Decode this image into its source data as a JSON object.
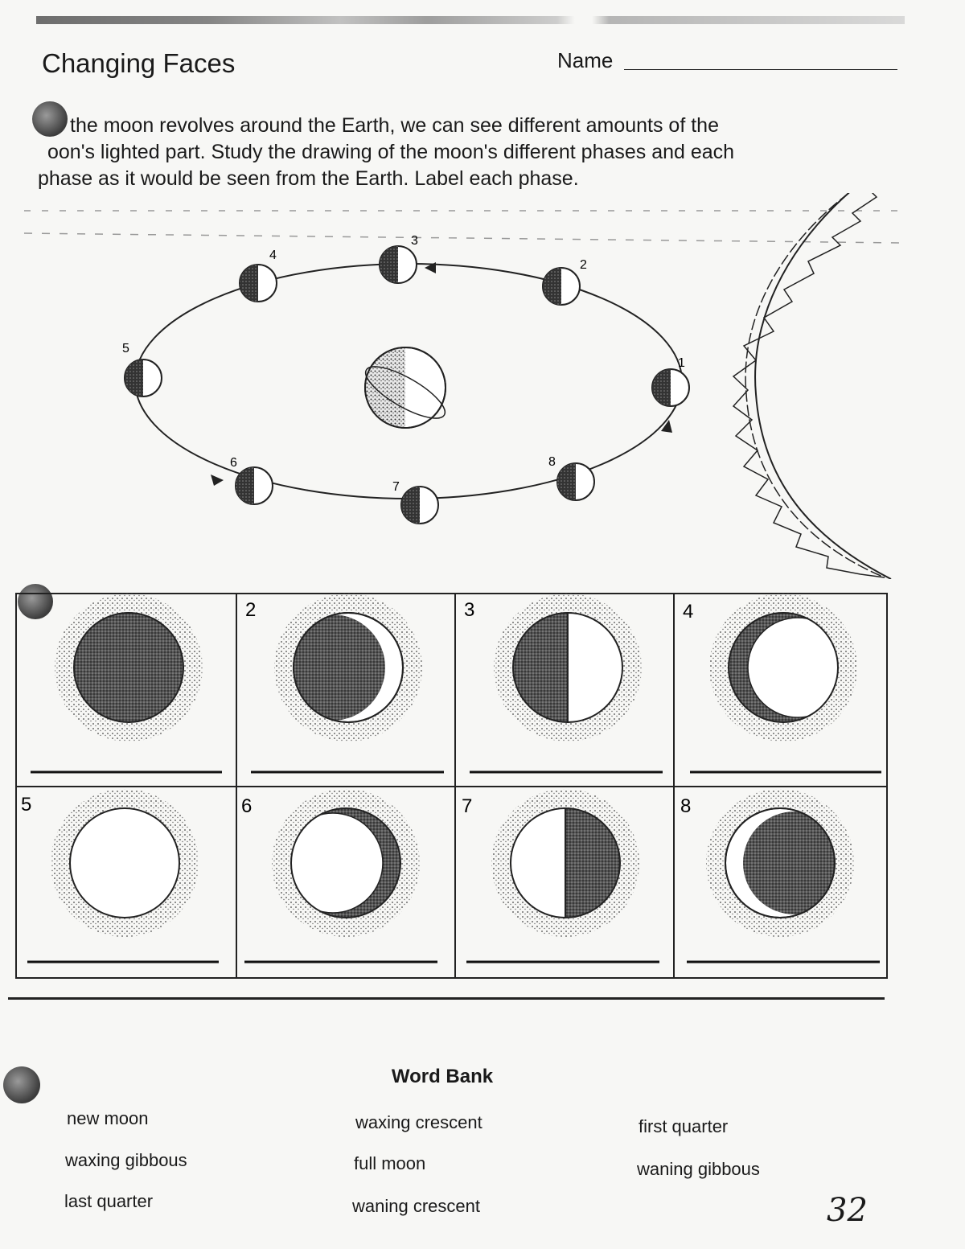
{
  "worksheet": {
    "title": "Changing Faces",
    "name_label": "Name",
    "instructions": {
      "line1": "the moon revolves around the Earth, we can see different amounts of the",
      "line2": "oon's lighted part. Study the drawing of the moon's different phases and each",
      "line3": "phase as it would be seen from the Earth. Label each phase."
    }
  },
  "orbit_diagram": {
    "positions": [
      "1",
      "2",
      "3",
      "4",
      "5",
      "6",
      "7",
      "8"
    ]
  },
  "phase_grid": {
    "cells": [
      {
        "number": "",
        "phase": "new moon"
      },
      {
        "number": "2",
        "phase": "waxing crescent"
      },
      {
        "number": "3",
        "phase": "first quarter"
      },
      {
        "number": "4",
        "phase": "waxing gibbous"
      },
      {
        "number": "5",
        "phase": "full moon"
      },
      {
        "number": "6",
        "phase": "waning gibbous"
      },
      {
        "number": "7",
        "phase": "last quarter"
      },
      {
        "number": "8",
        "phase": "waning crescent"
      }
    ]
  },
  "word_bank": {
    "title": "Word Bank",
    "col1": [
      "new moon",
      "waxing gibbous",
      "last quarter"
    ],
    "col2": [
      "waxing crescent",
      "full moon",
      "waning crescent"
    ],
    "col3": [
      "first quarter",
      "waning gibbous"
    ]
  },
  "page_number": "32"
}
